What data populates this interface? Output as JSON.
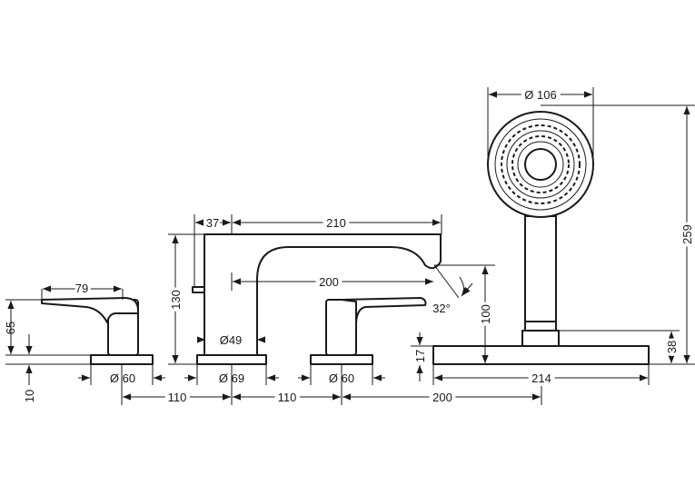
{
  "dimensions": {
    "handle_reach": "79",
    "handle_height": "65",
    "base_thickness": "10",
    "left_base_dia": "Ø 60",
    "center_base_dia": "Ø 69",
    "right_base_dia": "Ø 60",
    "spout_offset": "37",
    "spout_length": "210",
    "spout_height": "130",
    "spout_reach": "200",
    "spout_pipe_dia": "Ø49",
    "spout_angle": "32°",
    "spacing_left": "110",
    "spacing_right": "110",
    "spacing_to_shower": "200",
    "shower_head_dia": "Ø 106",
    "shower_total_height": "259",
    "shower_base_height": "38",
    "shower_base_width": "214",
    "shower_clearance": "100",
    "shower_base_thickness": "17"
  },
  "colors": {
    "line": "#1a1a1a",
    "background": "#ffffff"
  }
}
